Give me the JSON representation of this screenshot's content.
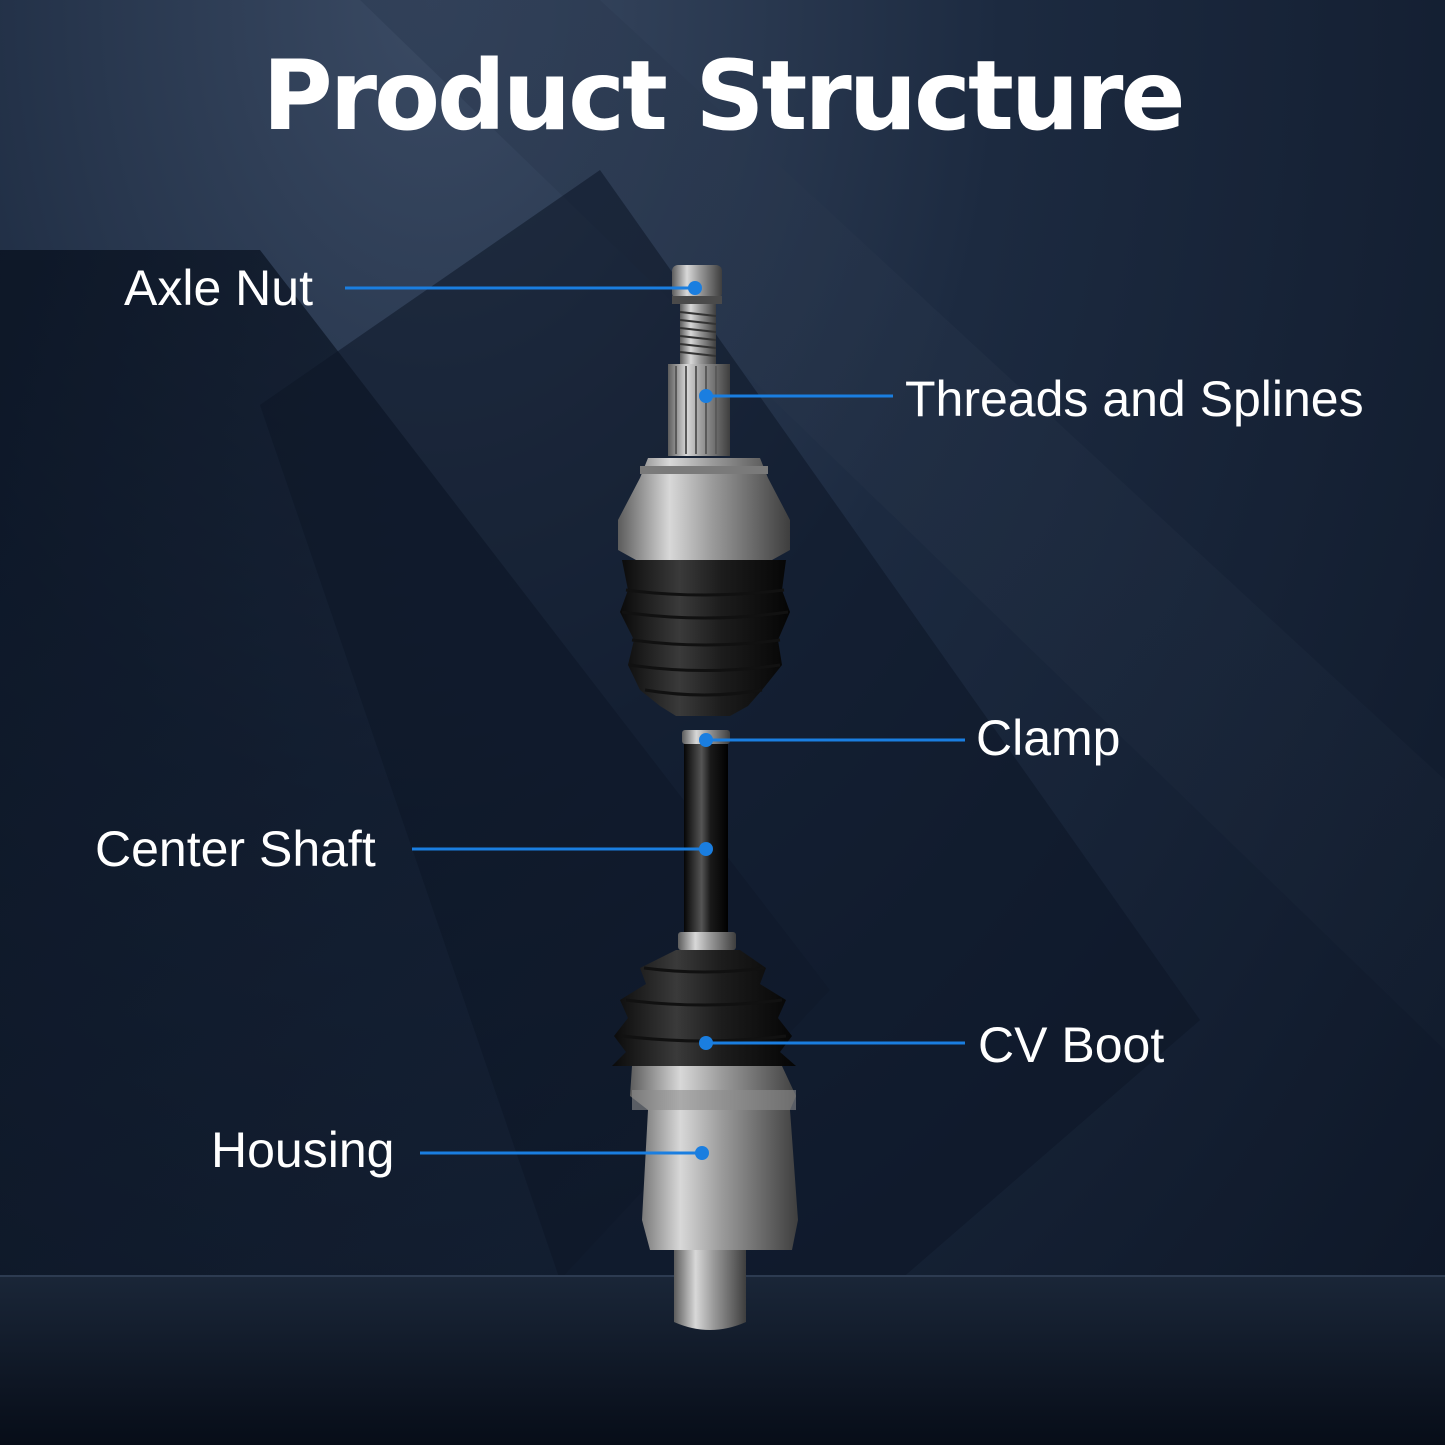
{
  "title": "Product Structure",
  "labels": {
    "axle_nut": "Axle Nut",
    "threads_splines": "Threads and Splines",
    "clamp": "Clamp",
    "center_shaft": "Center Shaft",
    "cv_boot": "CV Boot",
    "housing": "Housing"
  },
  "colors": {
    "accent": "#1a7ee0",
    "background": "#142033",
    "text": "#ffffff"
  }
}
